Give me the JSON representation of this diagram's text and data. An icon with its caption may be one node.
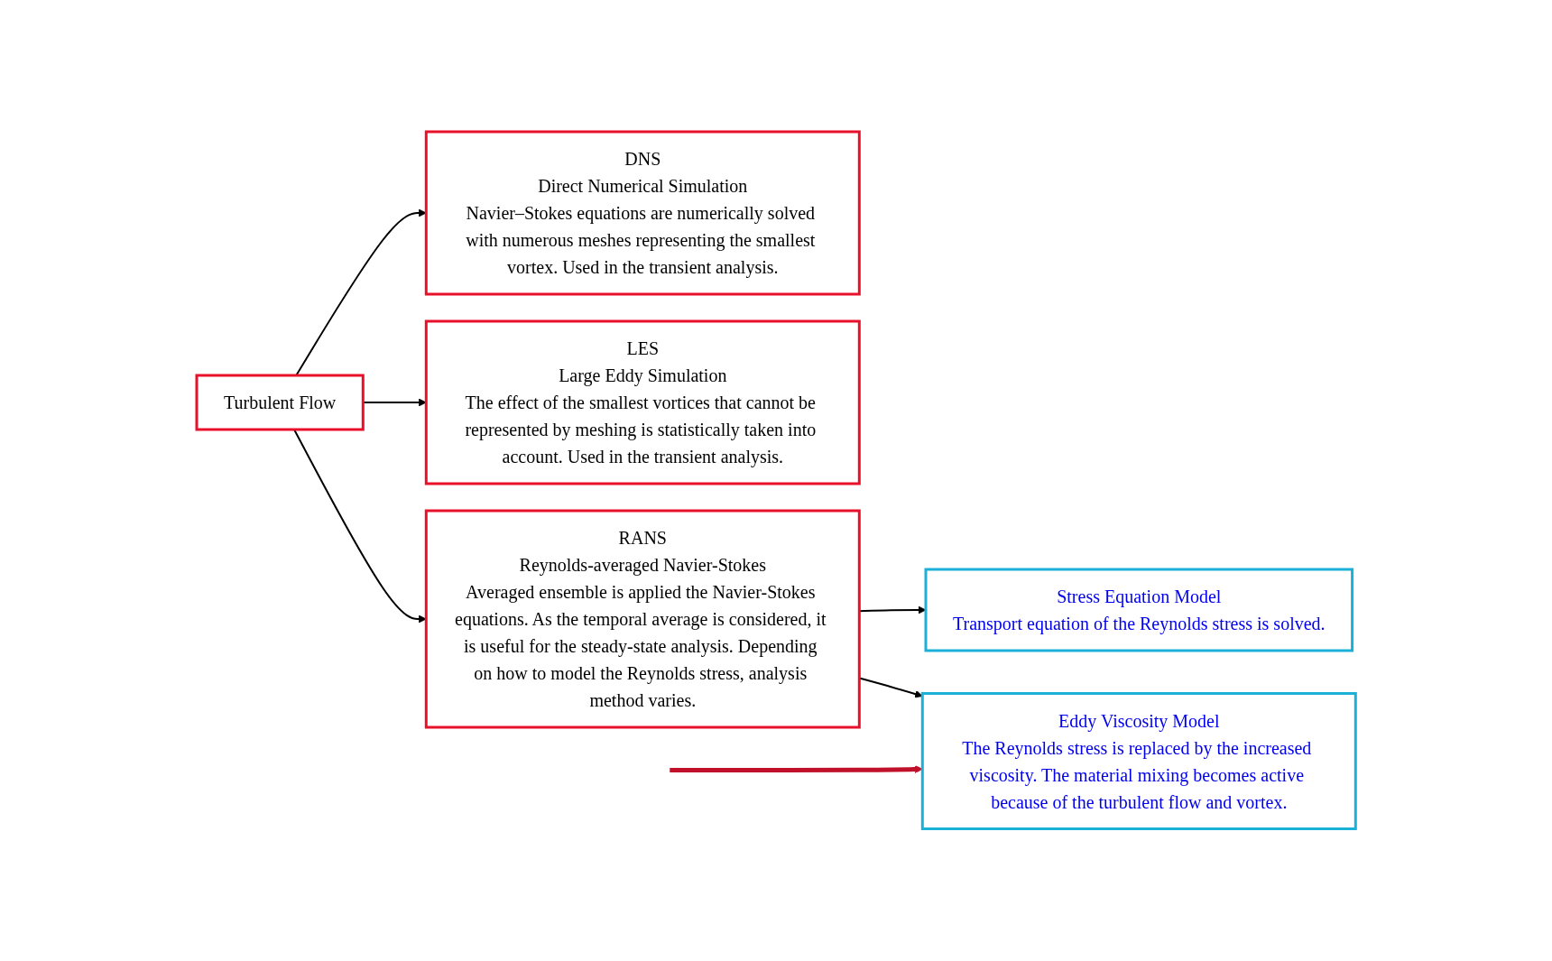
{
  "diagram": {
    "nodes": [
      {
        "text": [
          "Turbulent Flow"
        ]
      },
      {
        "text": [
          "DNS",
          "Direct Numerical Simulation",
          "Navier–Stokes equations are numerically solved with numerous meshes representing the smallest vortex. Used in the transient analysis."
        ]
      },
      {
        "text": [
          "LES",
          "Large Eddy Simulation",
          "The effect of the smallest vortices that cannot be represented by meshing is statistically taken into account. Used in the transient analysis."
        ]
      },
      {
        "text": [
          "RANS",
          "Reynolds-averaged Navier-Stokes",
          "Averaged ensemble is applied the Navier-Stokes equations. As the temporal average is considered, it is useful for the steady-state analysis. Depending on how to model the Reynolds stress, analysis method varies."
        ]
      },
      {
        "text": [
          "Stress Equation Model",
          "Transport equation of the Reynolds stress is solved."
        ]
      },
      {
        "text": [
          "Eddy Viscosity Model",
          "The Reynolds stress is replaced by the increased viscosity. The material mixing becomes active because of the turbulent flow and vortex."
        ]
      }
    ],
    "edges": [
      {
        "from": 0,
        "to": 1,
        "arrow": "to"
      },
      {
        "from": 0,
        "to": 2,
        "arrow": "to"
      },
      {
        "from": 0,
        "to": 3,
        "arrow": "to"
      },
      {
        "from": 3,
        "to": 4,
        "arrow": "to"
      },
      {
        "from": 3,
        "to": 5,
        "arrow": "to"
      },
      {
        "from": null,
        "to": 5,
        "arrow": "to",
        "style": "thick",
        "color": "#c0102a"
      }
    ]
  }
}
